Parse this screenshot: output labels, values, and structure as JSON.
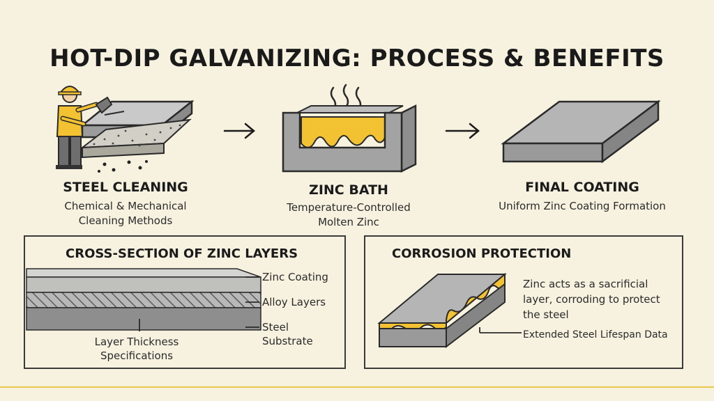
{
  "title": "HOT-DIP GALVANIZING: PROCESS & BENEFITS",
  "colors": {
    "background": "#f7f2e0",
    "zinc": "#f2c232",
    "steel": "#a3a3a3",
    "outline": "#2a2a2a"
  },
  "steps": [
    {
      "heading": "STEEL CLEANING",
      "desc_lines": [
        "Chemical & Mechanical",
        "Cleaning Methods"
      ],
      "icon": "worker-cleaning-steel-plate"
    },
    {
      "heading": "ZINC BATH",
      "desc_lines": [
        "Temperature-Controlled",
        "Molten Zinc"
      ],
      "icon": "molten-zinc-bath"
    },
    {
      "heading": "FINAL COATING",
      "desc_lines": [
        "Uniform Zinc Coating Formation"
      ],
      "icon": "coated-steel-plate"
    }
  ],
  "arrows": [
    "arrow-right-icon",
    "arrow-right-icon"
  ],
  "cross_section": {
    "heading": "CROSS-SECTION OF ZINC LAYERS",
    "layers": [
      "Zinc Coating",
      "Alloy Layers",
      "Steel",
      "Substrate"
    ],
    "footnote_lines": [
      "Layer Thickness",
      "Specifications"
    ]
  },
  "corrosion": {
    "heading": "CORROSION PROTECTION",
    "text_lines": [
      "Zinc acts as a sacrificial",
      "layer, corroding to protect",
      "the steel"
    ],
    "callout": "Extended Steel Lifespan Data"
  }
}
